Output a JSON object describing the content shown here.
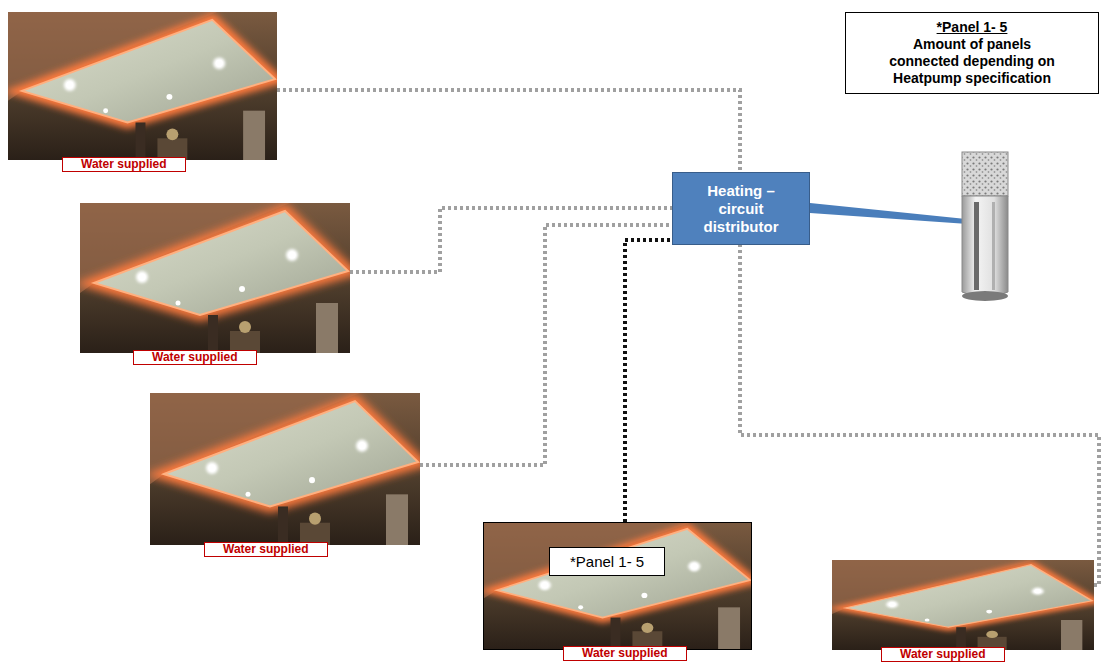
{
  "diagram": {
    "nodes": [
      {
        "text": [
          "Water supplied"
        ]
      },
      {
        "text": [
          "*Panel 1- 5",
          "Amount of panels connected depending on Heatpump specification"
        ]
      },
      {
        "text": [
          "Heating – circuit distributor"
        ]
      },
      {
        "text": [
          "Water supplied"
        ]
      },
      {
        "text": [
          "Water supplied"
        ]
      },
      {
        "text": [
          "Water supplied"
        ]
      },
      {
        "text": [
          "*Panel 1- 5"
        ],
        "in": 5
      },
      {
        "text": [
          "Water supplied"
        ]
      }
    ],
    "edges": [
      {
        "from": 0,
        "to": 2,
        "arrow": "none"
      },
      {
        "from": 3,
        "to": 2,
        "arrow": "none"
      },
      {
        "from": 4,
        "to": 2,
        "arrow": "none"
      },
      {
        "from": 5,
        "to": 2,
        "arrow": "none"
      },
      {
        "from": 7,
        "to": 2,
        "arrow": "none"
      }
    ]
  }
}
